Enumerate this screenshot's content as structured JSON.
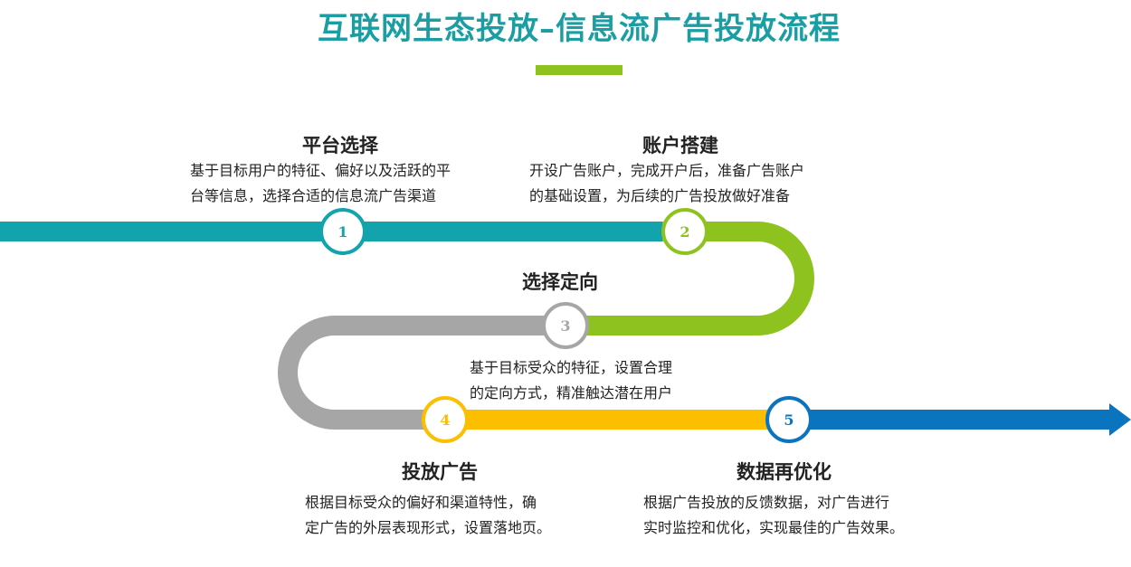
{
  "title": "互联网生态投放–信息流广告投放流程",
  "colors": {
    "teal": "#12a3ad",
    "green": "#8dc21f",
    "gray": "#a6a6a6",
    "yellow": "#fbbf00",
    "blue": "#0b74bf",
    "title": "#1a9ea3"
  },
  "steps": [
    {
      "num": "1",
      "heading": "平台选择",
      "desc_lines": [
        "基于目标用户的特征、偏好以及活跃的平",
        "台等信息，选择合适的信息流广告渠道"
      ]
    },
    {
      "num": "2",
      "heading": "账户搭建",
      "desc_lines": [
        "开设广告账户，完成开户后，准备广告账户",
        "的基础设置，为后续的广告投放做好准备"
      ]
    },
    {
      "num": "3",
      "heading": "选择定向",
      "desc_lines": [
        "基于目标受众的特征，设置合理",
        "的定向方式，精准触达潜在用户"
      ]
    },
    {
      "num": "4",
      "heading": "投放广告",
      "desc_lines": [
        "根据目标受众的偏好和渠道特性，确",
        "定广告的外层表现形式，设置落地页。"
      ]
    },
    {
      "num": "5",
      "heading": "数据再优化",
      "desc_lines": [
        "根据广告投放的反馈数据，对广告进行",
        "实时监控和优化，实现最佳的广告效果。"
      ]
    }
  ]
}
